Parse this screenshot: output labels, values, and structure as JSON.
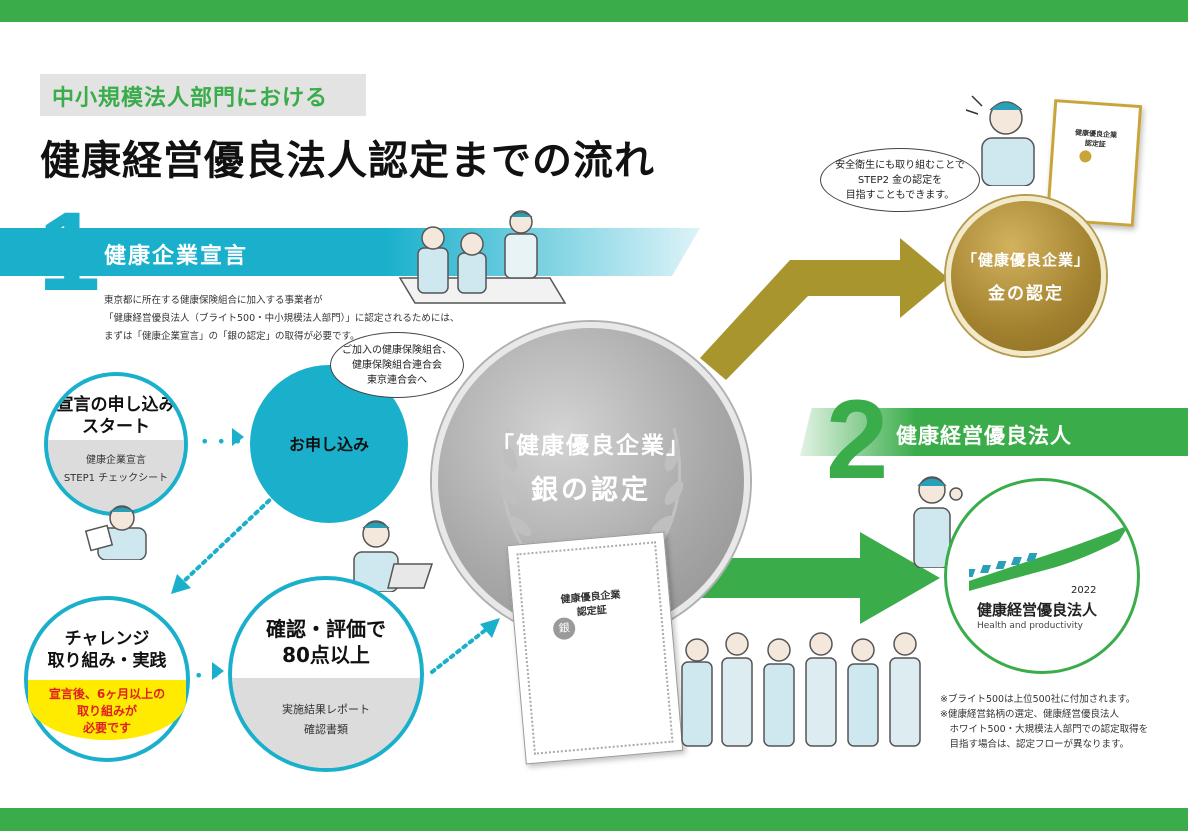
{
  "header": {
    "subtitle": "中小規模法人部門における",
    "title": "健康経営優良法人認定までの流れ"
  },
  "step1": {
    "number": "1",
    "label": "健康企業宣言",
    "description": [
      "東京都に所在する健康保険組合に加入する事業者が",
      "「健康経営優良法人（ブライト500・中小規模法人部門）」に認定されるためには、",
      "まずは「健康企業宣言」の「銀の認定」の取得が必要です。"
    ]
  },
  "flow": {
    "start": {
      "title_line1": "宣言の申し込み",
      "title_line2": "スタート",
      "sub_line1": "健康企業宣言",
      "sub_line2": "STEP1 チェックシート"
    },
    "apply": {
      "title": "お申し込み",
      "bubble_line1": "ご加入の健康保険組合、",
      "bubble_line2": "健康保険組合連合会",
      "bubble_line3": "東京連合会へ"
    },
    "challenge": {
      "title_line1": "チャレンジ",
      "title_line2": "取り組み・実践",
      "warning_line1": "宣言後、6ヶ月以上の",
      "warning_line2": "取り組みが",
      "warning_line3": "必要です"
    },
    "review": {
      "title_line1": "確認・評価で",
      "title_line2": "80点以上",
      "sub_line1": "実施結果レポート",
      "sub_line2": "確認書類"
    }
  },
  "silver": {
    "line1": "「健康優良企業」",
    "line2": "銀の認定",
    "cert_line1": "健康優良企業",
    "cert_line2": "認定証",
    "cert_seal": "銀"
  },
  "gold": {
    "line1": "「健康優良企業」",
    "line2": "金の認定",
    "bubble_line1": "安全衛生にも取り組むことで",
    "bubble_line2": "STEP2 金の認定を",
    "bubble_line3": "目指すこともできます。",
    "cert_line1": "健康優良企業",
    "cert_line2": "認定証"
  },
  "step2": {
    "number": "2",
    "label": "健康経営優良法人",
    "logo_year": "2022",
    "logo_title": "健康経営優良法人",
    "logo_sub": "Health and productivity"
  },
  "notes": [
    "※ブライト500は上位500社に付加されます。",
    "※健康経営銘柄の選定、健康経営優良法人",
    "　ホワイト500・大規模法人部門での認定取得を",
    "　目指す場合は、認定フローが異なります。"
  ],
  "colors": {
    "green": "#3aac4a",
    "cyan": "#1ab0cc",
    "olive": "#a8952e",
    "yellow": "#ffeb00",
    "red": "#e02020"
  }
}
